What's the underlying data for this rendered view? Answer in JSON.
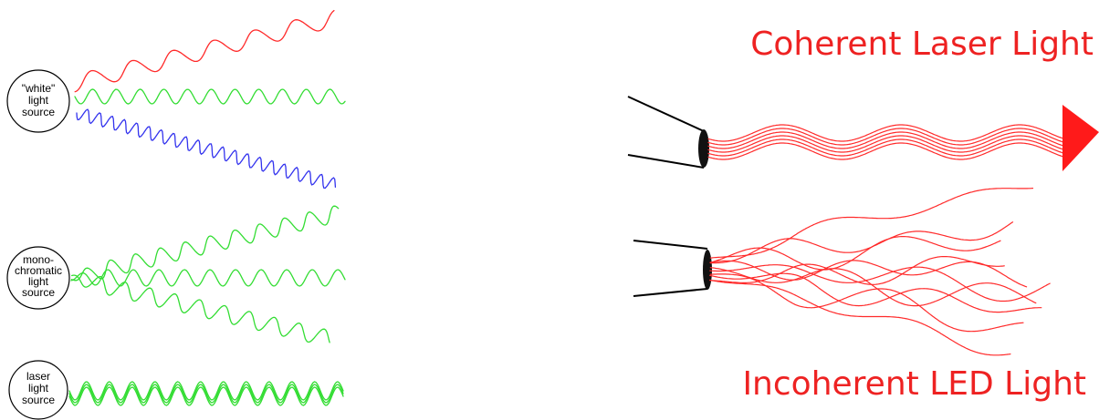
{
  "left_panel": {
    "white_source": {
      "lines": [
        "\"white\"",
        "light",
        "source"
      ]
    },
    "mono_source": {
      "lines": [
        "mono-",
        "chromatic",
        "light",
        "source"
      ]
    },
    "laser_source": {
      "lines": [
        "laser",
        "light",
        "source"
      ]
    }
  },
  "right_panel": {
    "coherent_title": "Coherent Laser Light",
    "incoherent_title": "Incoherent LED Light"
  },
  "colors": {
    "red": "#ff2a2a",
    "green": "#33dd33",
    "blue": "#3333ee",
    "title_red": "#ee2222",
    "outline": "#000000"
  }
}
